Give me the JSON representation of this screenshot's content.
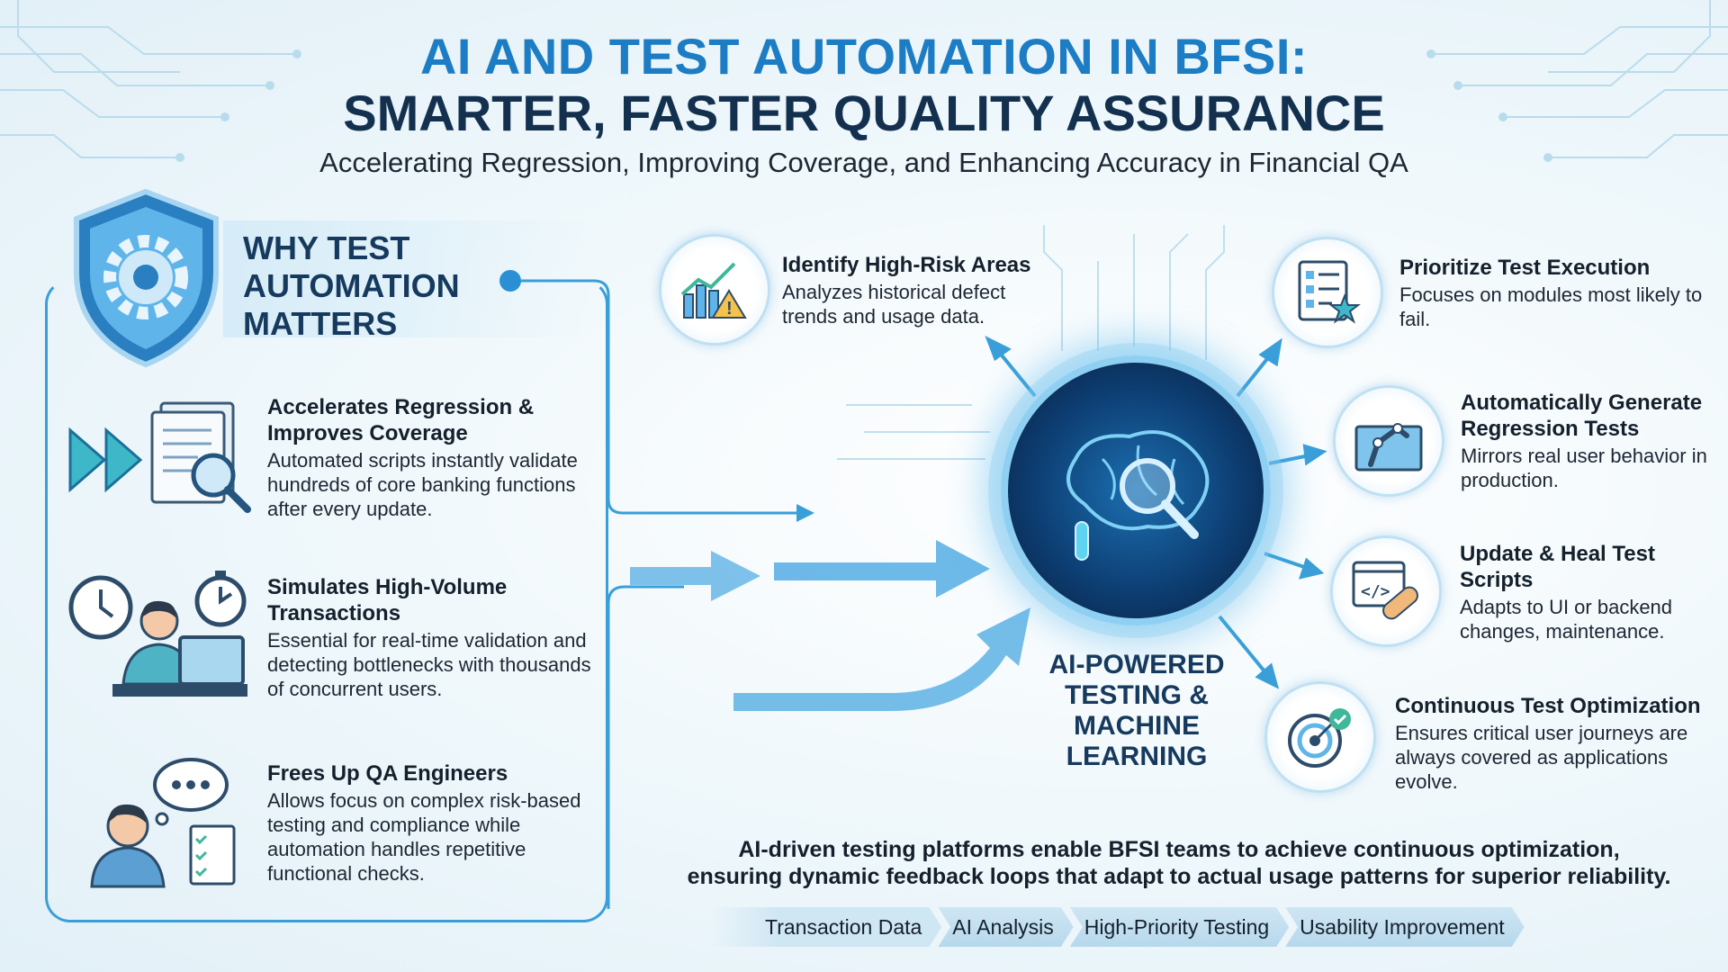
{
  "header": {
    "title_line1": "AI AND TEST AUTOMATION IN BFSI:",
    "title_line2": "SMARTER, FASTER QUALITY ASSURANCE",
    "subtitle": "Accelerating Regression, Improving Coverage, and Enhancing Accuracy in Financial QA"
  },
  "left": {
    "heading": "WHY TEST AUTOMATION MATTERS",
    "items": [
      {
        "title": "Accelerates Regression & Improves Coverage",
        "desc": "Automated scripts instantly validate hundreds of core banking functions after every update.",
        "icon": "document-search-icon"
      },
      {
        "title": "Simulates High-Volume Transactions",
        "desc": "Essential for real-time validation and detecting bottlenecks with thousands of concurrent users.",
        "icon": "user-at-computer-icon"
      },
      {
        "title": "Frees Up QA Engineers",
        "desc": "Allows focus on complex risk-based testing and compliance while automation handles repetitive functional checks.",
        "icon": "engineer-thinking-icon"
      }
    ]
  },
  "center": {
    "label": "AI-POWERED TESTING & MACHINE LEARNING"
  },
  "right": {
    "items": [
      {
        "title": "Identify High-Risk Areas",
        "desc": "Analyzes historical defect trends and usage data.",
        "icon": "chart-warning-icon"
      },
      {
        "title": "Prioritize Test Execution",
        "desc": "Focuses on modules most likely to fail.",
        "icon": "checklist-star-icon"
      },
      {
        "title": "Automatically Generate Regression Tests",
        "desc": "Mirrors real user behavior in production.",
        "icon": "robot-arm-blueprint-icon"
      },
      {
        "title": "Update & Heal Test Scripts",
        "desc": "Adapts to UI or backend changes, maintenance.",
        "icon": "code-bandage-icon"
      },
      {
        "title": "Continuous Test Optimization",
        "desc": "Ensures critical user journeys are always covered as applications evolve.",
        "icon": "target-cycle-icon"
      }
    ]
  },
  "footer": {
    "line1": "AI-driven testing platforms enable BFSI teams to achieve continuous optimization,",
    "line2": "ensuring dynamic feedback loops that adapt to actual usage patterns for superior reliability.",
    "flow": [
      "Transaction Data",
      "AI Analysis",
      "High-Priority Testing",
      "Usability Improvement"
    ]
  },
  "colors": {
    "accent": "#1c7cc4",
    "navy": "#14304f",
    "line": "#3a9fd8"
  }
}
